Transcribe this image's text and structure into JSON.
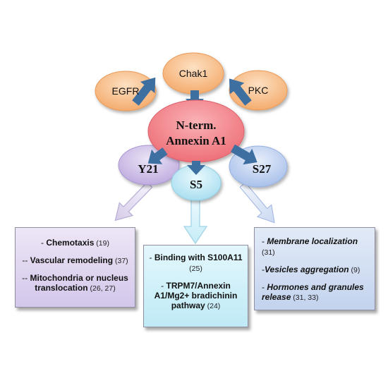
{
  "kinases": {
    "egfr": "EGFR",
    "chak1": "Chak1",
    "pkc": "PKC"
  },
  "center": {
    "line1": "N-term.",
    "line2": "Annexin A1"
  },
  "sites": {
    "y21": "Y21",
    "s5": "S5",
    "s27": "S27"
  },
  "functions": {
    "y21": [
      {
        "prefix": "- ",
        "text": "Chemotaxis",
        "ref": " (19)"
      },
      {
        "prefix": "-- ",
        "text": "Vascular remodeling",
        "ref": " (37)"
      },
      {
        "prefix": "-- ",
        "text": "Mitochondria or nucleus translocation",
        "ref": " (26, 27)"
      }
    ],
    "s5": [
      {
        "prefix": "- ",
        "text": "Binding with S100A11",
        "ref": " (25)"
      },
      {
        "prefix": "- ",
        "text": "TRPM7/Annexin A1/Mg2+ bradichinin pathway",
        "ref": " (24)"
      }
    ],
    "s27": [
      {
        "prefix": "- ",
        "text": "Membrane localization",
        "ref": " (31)"
      },
      {
        "prefix": "-",
        "text": "Vesicles aggregation",
        "ref": " (9)"
      },
      {
        "prefix": "- ",
        "text": "Hormones and granules release",
        "ref": " (31, 33)"
      }
    ]
  },
  "colors": {
    "kinase_fill": "#f8c08a",
    "center_fill": "#f47f86",
    "y21_fill": "#c8b9e4",
    "s5_fill": "#bde8f5",
    "s27_fill": "#b9cdef",
    "arrow_dark": "#3d6fa0"
  }
}
